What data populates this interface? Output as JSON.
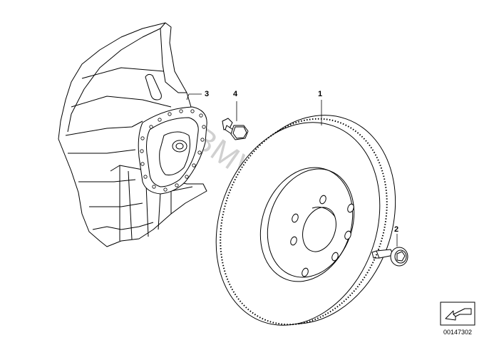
{
  "diagram": {
    "callouts": {
      "p1": "1",
      "p2": "2",
      "p3": "3",
      "p4": "4"
    },
    "diagram_id": "00147302",
    "watermark": "www.BMWstore.pl",
    "colors": {
      "line": "#000000",
      "fill": "#ffffff",
      "shade": "#e8e8e8"
    },
    "icons": {
      "nav": "arrow-icon"
    }
  }
}
